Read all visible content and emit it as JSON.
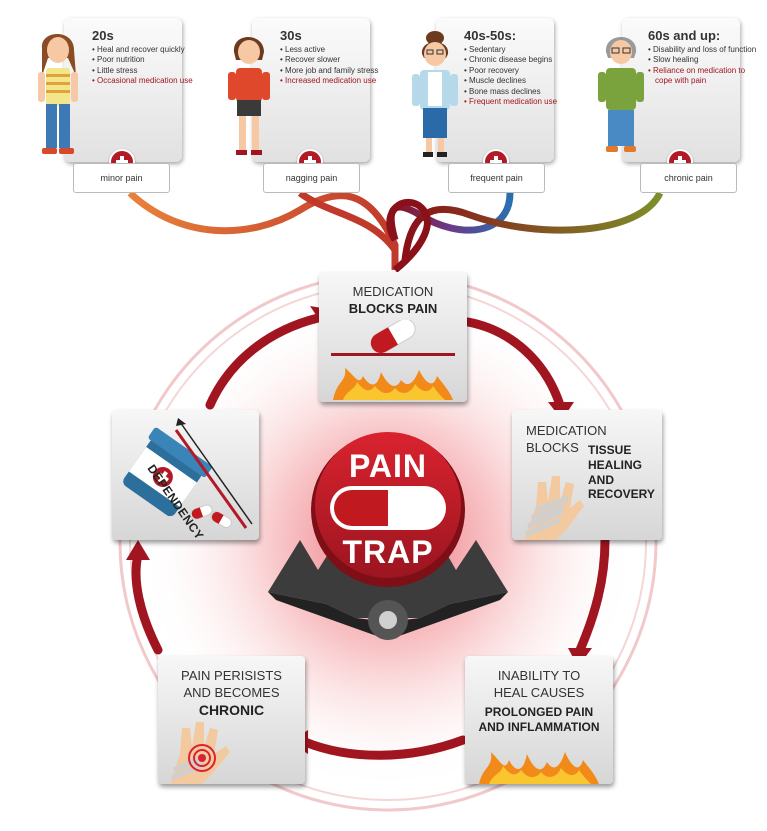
{
  "age_groups": [
    {
      "title": "20s",
      "items": [
        "Heal and recover quickly",
        "Poor nutrition",
        "Little stress"
      ],
      "highlight": "Occasional medication use",
      "pain": "minor pain"
    },
    {
      "title": "30s",
      "items": [
        "Less active",
        "Recover slower",
        "More job and family stress"
      ],
      "highlight": "Increased medication use",
      "pain": "nagging pain"
    },
    {
      "title": "40s-50s:",
      "items": [
        "Sedentary",
        "Chronic disease begins",
        "Poor recovery",
        "Muscle declines",
        "Bone mass declines"
      ],
      "highlight": "Frequent medication use",
      "pain": "frequent pain"
    },
    {
      "title": "60s and up:",
      "items": [
        "Disability and loss of function",
        "Slow healing"
      ],
      "highlight": "Reliance on medication to cope with pain",
      "pain": "chronic pain"
    }
  ],
  "center": {
    "line1": "PAIN",
    "line2": "TRAP"
  },
  "cycle": {
    "blocks_pain": {
      "light": "MEDICATION",
      "bold": "BLOCKS PAIN"
    },
    "blocks_healing": {
      "light1": "MEDICATION",
      "light2": "BLOCKS",
      "bold1": "TISSUE",
      "bold2": "HEALING",
      "bold3": "AND",
      "bold4": "RECOVERY"
    },
    "inability": {
      "light1": "INABILITY TO",
      "light2": "HEAL CAUSES",
      "bold1": "PROLONGED PAIN",
      "bold2": "AND INFLAMMATION"
    },
    "chronic": {
      "light1": "PAIN PERISISTS",
      "light2": "AND BECOMES",
      "bold": "CHRONIC"
    },
    "dependency": {
      "label": "DEPENDENCY"
    }
  },
  "colors": {
    "accent_red": "#b11a27",
    "dark_red": "#8a1019",
    "orange": "#e8823a",
    "blue": "#2a6fb0",
    "olive": "#7d8f2a",
    "trap_gray": "#3c3c3c"
  },
  "icons": [
    "plus-icon",
    "pill-icon",
    "fire-icon",
    "bandaged-hand-icon",
    "pill-bottle-icon",
    "bear-trap-icon",
    "pain-target-icon"
  ]
}
